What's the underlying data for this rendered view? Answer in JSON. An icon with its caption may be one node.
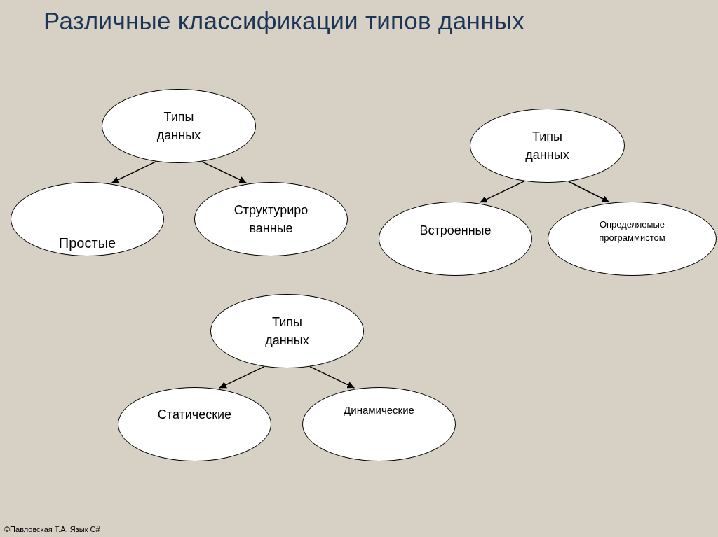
{
  "diagram": {
    "title": "Различные классификации типов данных",
    "nodes": [
      {
        "text": [
          "Типы данных"
        ]
      },
      {
        "text": [
          "Простые"
        ]
      },
      {
        "text": [
          "Структуриро ванные"
        ]
      },
      {
        "text": [
          "Типы данных"
        ]
      },
      {
        "text": [
          "Встроенные"
        ]
      },
      {
        "text": [
          "Определяемые программистом"
        ]
      },
      {
        "text": [
          "Типы данных"
        ]
      },
      {
        "text": [
          "Статические"
        ]
      },
      {
        "text": [
          "Динамические"
        ]
      }
    ],
    "edges": [
      {
        "from": 0,
        "to": 1,
        "arrow": "to"
      },
      {
        "from": 0,
        "to": 2,
        "arrow": "to"
      },
      {
        "from": 3,
        "to": 4,
        "arrow": "to"
      },
      {
        "from": 3,
        "to": 5,
        "arrow": "to"
      },
      {
        "from": 6,
        "to": 7,
        "arrow": "to"
      },
      {
        "from": 6,
        "to": 8,
        "arrow": "to"
      }
    ],
    "labels": [
      "©Павловская Т.А. Язык С#"
    ]
  }
}
